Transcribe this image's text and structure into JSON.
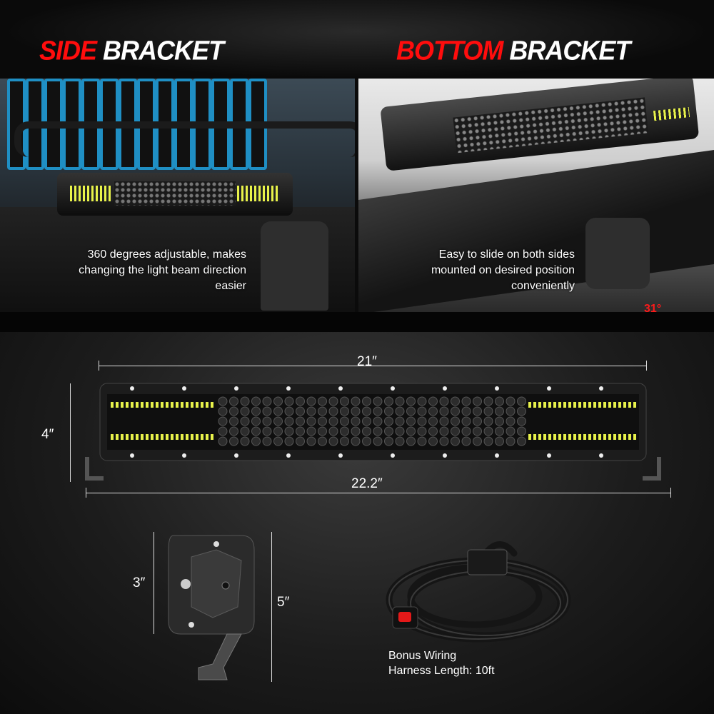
{
  "headings": {
    "side": {
      "accent": "SIDE",
      "rest": "BRACKET"
    },
    "bottom": {
      "accent": "BOTTOM",
      "rest": "BRACKET"
    }
  },
  "side_panel": {
    "caption_lines": [
      "360 degrees adjustable, makes",
      "changing the light beam direction",
      "easier"
    ]
  },
  "bottom_panel": {
    "caption_lines": [
      "Easy to slide on both sides",
      "mounted on desired position",
      "conveniently"
    ],
    "angle_label": "31°"
  },
  "dimensions": {
    "length_inner": "21″",
    "length_total": "22.2″",
    "height_bar": "4″",
    "bracket_height": "3″",
    "bracket_total": "5″"
  },
  "harness": {
    "label_lines": [
      "Bonus Wiring",
      "Harness Length: 10ft"
    ]
  },
  "colors": {
    "accent_red": "#ff0d0d",
    "text": "#ffffff",
    "led": "#e8f24a",
    "grille_blue": "#1f8fc4"
  }
}
